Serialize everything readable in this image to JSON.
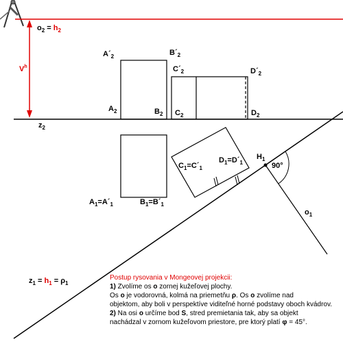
{
  "labels": {
    "o2": "o",
    "o2_sub": "2",
    "o2_eq": " = ",
    "h2": "h",
    "h2_sub": "2",
    "vh": "V",
    "vh_sup": "h",
    "z2": "z",
    "z2_sub": "2",
    "A2p": "A´",
    "A2p_sub": "2",
    "B2p": "B´",
    "B2p_sub": "2",
    "C2p": "C´",
    "C2p_sub": "2",
    "D2p": "D´",
    "D2p_sub": "2",
    "A2": "A",
    "A2_sub": "2",
    "B2": "B",
    "B2_sub": "2",
    "C2": "C",
    "C2_sub": "2",
    "D2": "D",
    "D2_sub": "2",
    "C1": "C",
    "C1_sub": "1",
    "C1_eq": "=C´",
    "C1p_sub": "1",
    "D1": "D",
    "D1_sub": "1",
    "D1_eq": "=D´",
    "D1p_sub": "1",
    "H1": "H",
    "H1_sub": "1",
    "angle": "90°",
    "o1": "o",
    "o1_sub": "1",
    "A1": "A",
    "A1_sub": "1",
    "A1_eq": "=A´",
    "A1p_sub": "1",
    "B1": "B",
    "B1_sub": "1",
    "B1_eq": "=B´",
    "B1p_sub": "1",
    "z1": "z",
    "z1_sub": "1",
    "z1_eq": " = ",
    "h1": "h",
    "h1_sub": "1",
    "h1_eq": " =  ",
    "rho1": "ρ",
    "rho1_sub": "1"
  },
  "annotation": {
    "title": "Postup rysovania  v Mongeovej projekcii:",
    "step1_num": "1)",
    "step1_a": " Zvolíme  os ",
    "step1_o": "o",
    "step1_b": " zornej kužeľovej  plochy.",
    "line2_a": "Os ",
    "line2_o": "o",
    "line2_b": "  je vodorovná,  kolmá na priemetňu ",
    "line2_rho": "ρ",
    "line2_c": ". Os ",
    "line2_o2": "o",
    "line2_d": " zvolíme  nad",
    "line3": "objektom, aby boli v perspektíve viditeľné horné  podstavy oboch kvádrov.",
    "step2_num": "2)",
    "step2_a": " Na osi ",
    "step2_o": "o",
    "step2_b": " určíme bod ",
    "step2_S": "S",
    "step2_c": ", stred premietania tak, aby sa objekt",
    "line5_a": "nachádzal v zornom kužeľovom  priestore, pre ktorý platí ",
    "line5_phi": "φ",
    "line5_b": " = 45°."
  },
  "colors": {
    "horizon": "#e00000",
    "ink": "#000000",
    "text_red": "#e00000"
  }
}
